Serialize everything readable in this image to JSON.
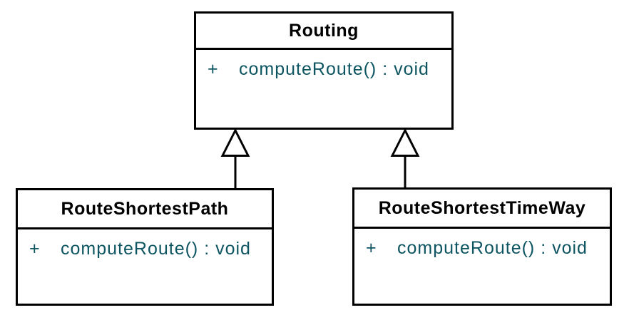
{
  "diagram": {
    "type": "uml-class-diagram",
    "classes": [
      {
        "name": "Routing",
        "methods": [
          {
            "visibility": "+",
            "signature": "computeRoute() : void"
          }
        ]
      },
      {
        "name": "RouteShortestPath",
        "methods": [
          {
            "visibility": "+",
            "signature": "computeRoute() : void"
          }
        ]
      },
      {
        "name": "RouteShortestTimeWay",
        "methods": [
          {
            "visibility": "+",
            "signature": "computeRoute() : void"
          }
        ]
      }
    ],
    "relationships": [
      {
        "type": "generalization",
        "from": "RouteShortestPath",
        "to": "Routing"
      },
      {
        "type": "generalization",
        "from": "RouteShortestTimeWay",
        "to": "Routing"
      }
    ],
    "colors": {
      "background": "#ffffff",
      "border": "#000000",
      "title_text": "#000000",
      "method_text": "#0d5561"
    }
  }
}
